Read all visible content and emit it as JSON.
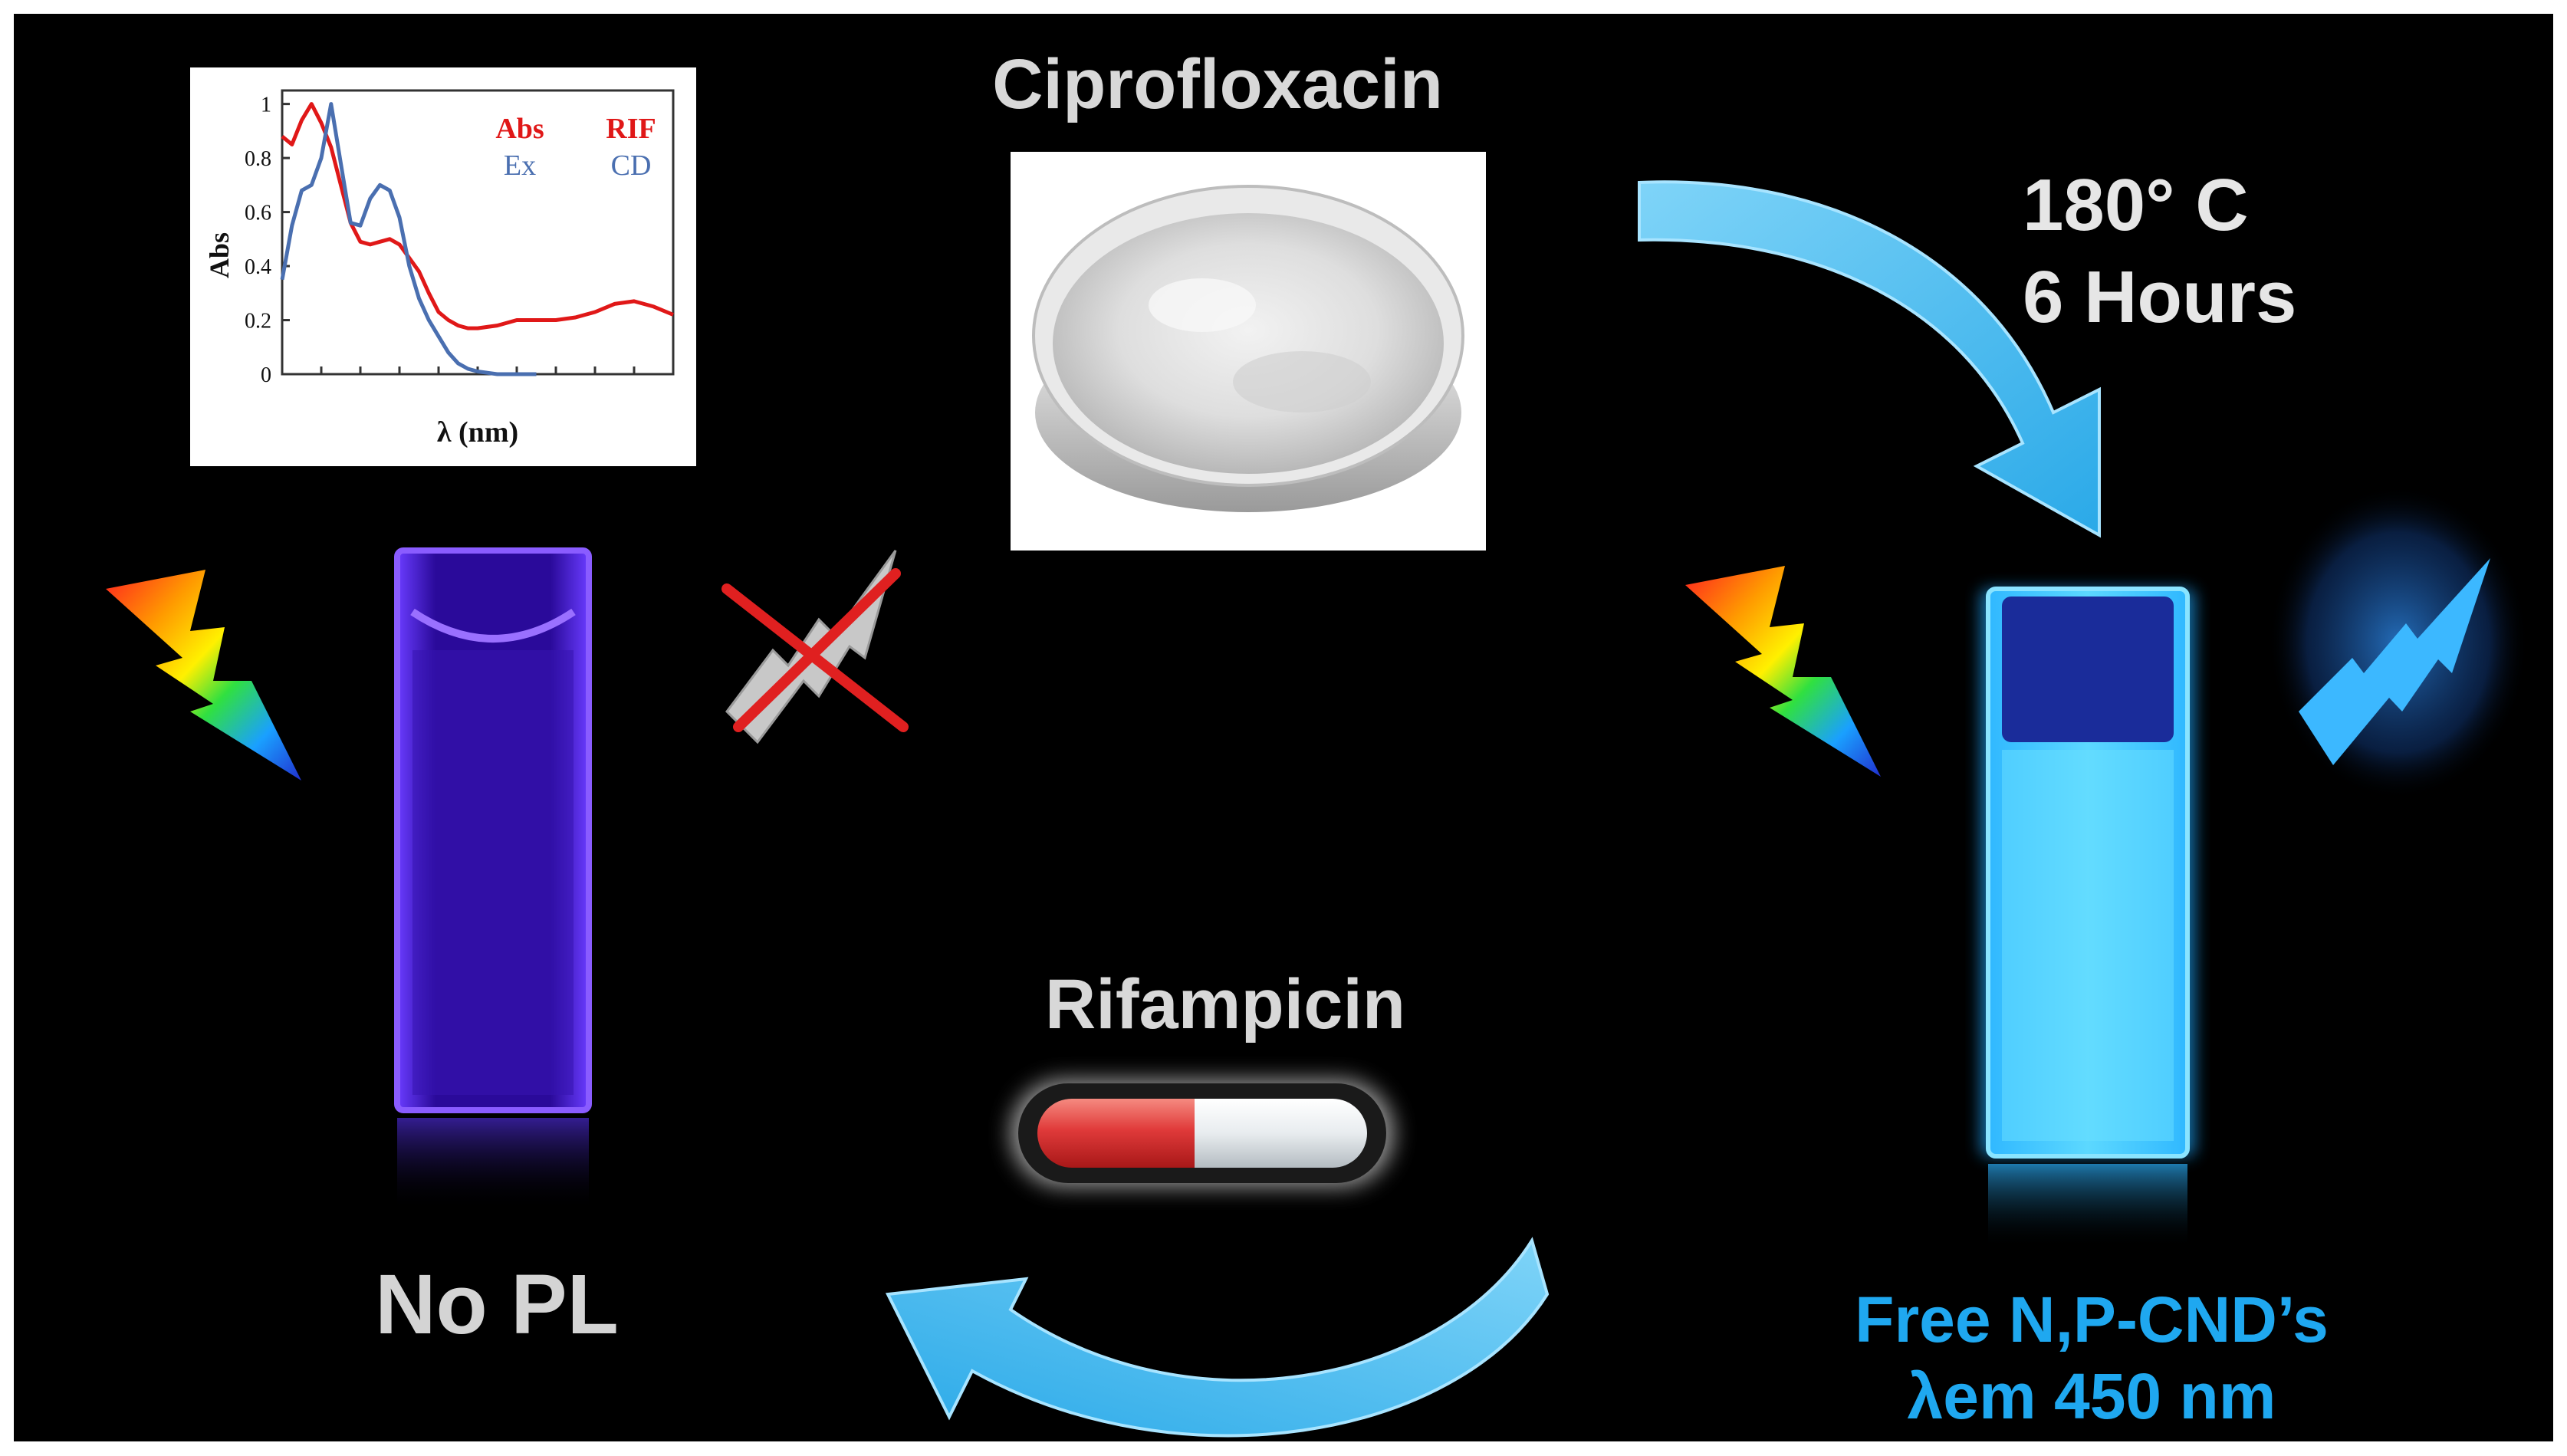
{
  "labels": {
    "ciprofloxacin": "Ciprofloxacin",
    "temperature": "180° C",
    "duration": "6 Hours",
    "rifampicin": "Rifampicin",
    "no_pl": "No PL",
    "free_cnds": "Free N,P-CND’s",
    "emission": "λem 450 nm"
  },
  "colors": {
    "background": "#000000",
    "arrow_blue": "#3fb8f0",
    "cuvette_blue_glow": "#3fc8ff",
    "cuvette_violet": "#5a2cff",
    "capsule_red": "#e03a3a",
    "capsule_white": "#e8ecef",
    "cross_red": "#e02020",
    "label_gray": "#d8d8d8",
    "label_blue": "#1fa8f0"
  },
  "icons": {
    "excitation_left": "rainbow-lightning-icon",
    "quenched": "crossed-gray-lightning-icon",
    "excitation_right": "rainbow-lightning-icon",
    "emission": "blue-glowing-lightning-icon",
    "drug": "capsule-icon",
    "powder": "petri-dish-powder-icon"
  },
  "chart_data": {
    "type": "line",
    "ylabel": "Abs",
    "xlabel": "λ (nm)",
    "xlim": [
      200,
      600
    ],
    "ylim": [
      0,
      1.05
    ],
    "yticks": [
      "0",
      "0.2",
      "0.4",
      "0.6",
      "0.8",
      "1"
    ],
    "legend": [
      {
        "label": "Abs",
        "value": "RIF",
        "color": "#e01818"
      },
      {
        "label": "Ex",
        "value": "CD",
        "color": "#4a6fb0"
      }
    ],
    "legend_position": "top-right",
    "series": [
      {
        "name": "Abs RIF",
        "color": "#e01818",
        "x": [
          200,
          210,
          220,
          230,
          240,
          250,
          260,
          270,
          280,
          290,
          300,
          310,
          320,
          330,
          340,
          350,
          360,
          370,
          380,
          390,
          400,
          420,
          440,
          460,
          480,
          500,
          520,
          540,
          560,
          580,
          600
        ],
        "y": [
          0.88,
          0.85,
          0.94,
          1.0,
          0.93,
          0.84,
          0.7,
          0.56,
          0.49,
          0.48,
          0.49,
          0.5,
          0.48,
          0.43,
          0.38,
          0.3,
          0.23,
          0.2,
          0.18,
          0.17,
          0.17,
          0.18,
          0.2,
          0.2,
          0.2,
          0.21,
          0.23,
          0.26,
          0.27,
          0.25,
          0.22
        ]
      },
      {
        "name": "Ex CD",
        "color": "#4a6fb0",
        "x": [
          200,
          210,
          220,
          230,
          240,
          250,
          260,
          270,
          280,
          290,
          300,
          310,
          320,
          330,
          340,
          350,
          360,
          370,
          380,
          390,
          400,
          420,
          440,
          460
        ],
        "y": [
          0.35,
          0.55,
          0.68,
          0.7,
          0.8,
          1.0,
          0.78,
          0.56,
          0.55,
          0.65,
          0.7,
          0.68,
          0.58,
          0.4,
          0.28,
          0.2,
          0.14,
          0.08,
          0.04,
          0.02,
          0.01,
          0.0,
          0.0,
          0.0
        ]
      }
    ]
  }
}
